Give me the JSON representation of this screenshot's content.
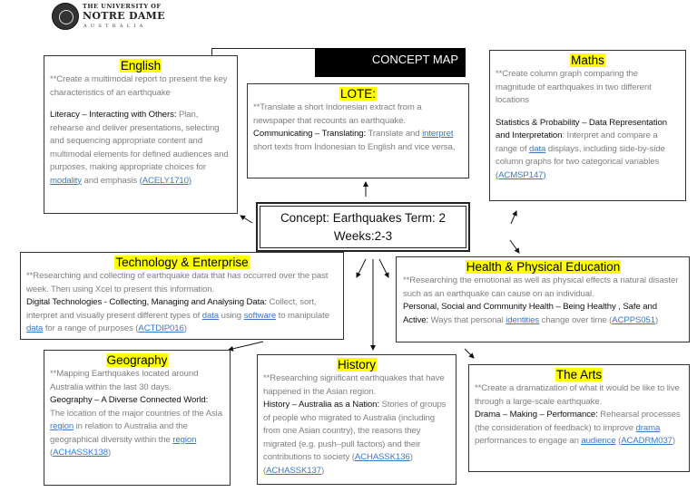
{
  "logo": {
    "line1": "THE UNIVERSITY OF",
    "line2": "NOTRE DAME",
    "line3": "AUSTRALIA"
  },
  "header": {
    "title": "CONCEPT MAP"
  },
  "concept": {
    "line1": "Concept: Earthquakes Term: 2",
    "line2": "Weeks:2-3"
  },
  "colors": {
    "highlight": "#ffff00",
    "link": "#3b78c8",
    "header_bg": "#000000"
  },
  "boxes": {
    "english": {
      "title": "English",
      "task": "**Create a multimodal report to present the key characteristics of an earthquake",
      "strand": "Literacy – Interacting with Others:",
      "desc": [
        {
          "t": " Plan, rehearse and deliver presentations, selecting and sequencing appropriate content and multimodal elements for defined audiences and purposes, making appropriate choices for "
        },
        {
          "t": "modality",
          "link": true
        },
        {
          "t": " and emphasis "
        },
        {
          "t": "(ACELY1710)",
          "link": true
        }
      ]
    },
    "lote": {
      "title": "LOTE:",
      "task": "**Translate a short Indonesian extract from a newspaper that recounts an earthquake.",
      "strand": "Communicating – Translating:",
      "desc": [
        {
          "t": " Translate and "
        },
        {
          "t": "interpret",
          "link": true
        },
        {
          "t": " short texts from Indonesian to English and vice versa,"
        }
      ]
    },
    "maths": {
      "title": "Maths",
      "task": "**Create column graph comparing the magnitude of earthquakes in two different locations",
      "strand": "Statistics & Probability – Data Representation and Interpretation",
      "desc": [
        {
          "t": ": Interpret and compare a range of "
        },
        {
          "t": "data",
          "link": true
        },
        {
          "t": " displays, including side-by-side column graphs for two categorical variables "
        },
        {
          "t": "(ACMSP147)",
          "link": true
        }
      ]
    },
    "technology": {
      "title": "Technology & Enterprise",
      "task": "**Researching and collecting of earthquake data that has occurred over the past week. Then using Xcel to present this information.",
      "strand": "Digital Technologies - Collecting, Managing and Analysing Data:",
      "desc": [
        {
          "t": " Collect, sort, interpret and visually present different types of "
        },
        {
          "t": "data",
          "link": true
        },
        {
          "t": " using "
        },
        {
          "t": "software",
          "link": true
        },
        {
          "t": " to manipulate "
        },
        {
          "t": "data",
          "link": true
        },
        {
          "t": " for a range of purposes ("
        },
        {
          "t": "ACTDIP016",
          "link": true
        },
        {
          "t": ")"
        }
      ]
    },
    "health": {
      "title": "Health & Physical Education",
      "task": "**Researching the emotional as well as physical effects a natural disaster such as an earthquake can cause on an individual.",
      "strand": "Personal, Social and Community Health – Being Healthy , Safe and Active:",
      "desc": [
        {
          "t": " Ways that personal "
        },
        {
          "t": "identities",
          "link": true
        },
        {
          "t": " change over time ("
        },
        {
          "t": "ACPPS051",
          "link": true
        },
        {
          "t": ")"
        }
      ]
    },
    "geography": {
      "title": "Geography",
      "task": "**Mapping Earthquakes located around Australia within the last 30 days.",
      "strand": "Geography – A Diverse Connected World:",
      "desc": [
        {
          "t": " The location of the major countries of the Asia "
        },
        {
          "t": "region",
          "link": true
        },
        {
          "t": " in relation to Australia and the geographical diversity within the "
        },
        {
          "t": "region",
          "link": true
        },
        {
          "t": " ("
        },
        {
          "t": "ACHASSK138",
          "link": true
        },
        {
          "t": ")"
        }
      ]
    },
    "history": {
      "title": "History",
      "task": "**Researching significant earthquakes that have happened in the Asian region.",
      "strand": "History – Australia as a Nation:",
      "desc": [
        {
          "t": " Stories of groups of people who migrated to Australia (including from one Asian country), the reasons they migrated (e.g. push–pull factors) and their contributions to society ("
        },
        {
          "t": "ACHASSK136",
          "link": true
        },
        {
          "t": ")("
        },
        {
          "t": "ACHASSK137",
          "link": true
        },
        {
          "t": ")"
        }
      ]
    },
    "arts": {
      "title": "The Arts",
      "task": "**Create a dramatization of what it would be like to live through a large-scale earthquake.",
      "strand": "Drama – Making – Performance:",
      "desc": [
        {
          "t": " Rehearsal processes (the consideration of feedback) to improve "
        },
        {
          "t": "drama",
          "link": true
        },
        {
          "t": " performances to engage an "
        },
        {
          "t": "audience",
          "link": true
        },
        {
          "t": " ("
        },
        {
          "t": "ACADRM037",
          "link": true
        },
        {
          "t": ")"
        }
      ]
    }
  }
}
